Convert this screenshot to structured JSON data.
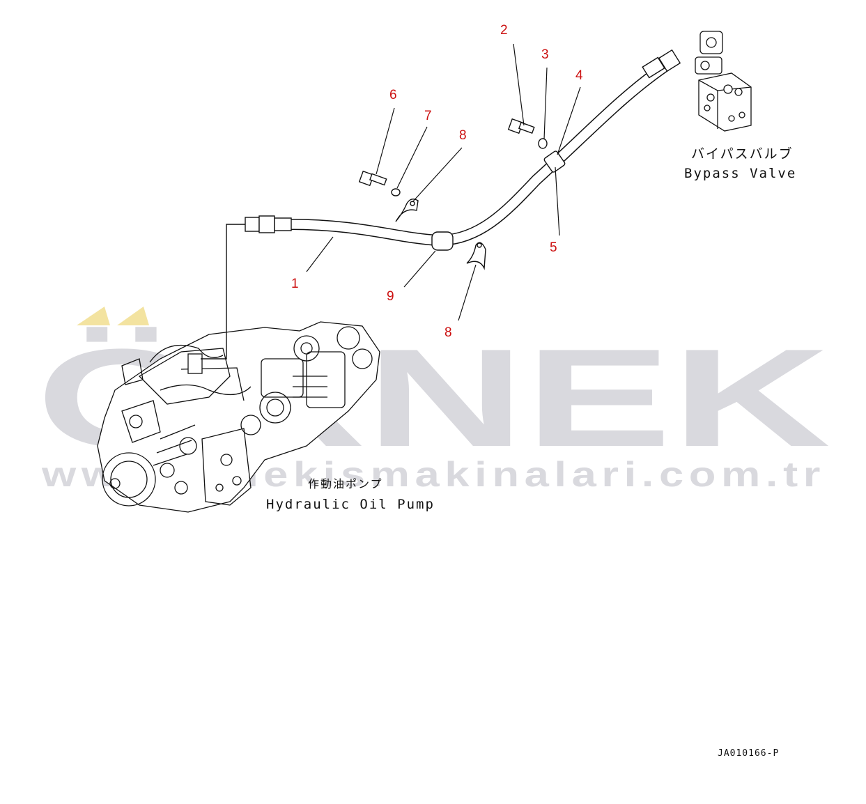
{
  "diagram": {
    "callouts": [
      {
        "id": "c1",
        "label": "1"
      },
      {
        "id": "c2",
        "label": "2"
      },
      {
        "id": "c3",
        "label": "3"
      },
      {
        "id": "c4",
        "label": "4"
      },
      {
        "id": "c5",
        "label": "5"
      },
      {
        "id": "c6",
        "label": "6"
      },
      {
        "id": "c7",
        "label": "7"
      },
      {
        "id": "c8a",
        "label": "8"
      },
      {
        "id": "c8b",
        "label": "8"
      },
      {
        "id": "c9",
        "label": "9"
      }
    ],
    "bypass_valve": {
      "jp": "バイパスバルブ",
      "en": "Bypass Valve"
    },
    "hydraulic_pump": {
      "jp": "作動油ポンプ",
      "en": "Hydraulic Oil Pump"
    },
    "drawing_code": "JA010166-P"
  },
  "watermark": {
    "brand": "ÖRNEK",
    "url": "www.ornekismakinalari.com.tr",
    "color": "#d9d9de",
    "accent": "#f3e3a0"
  }
}
